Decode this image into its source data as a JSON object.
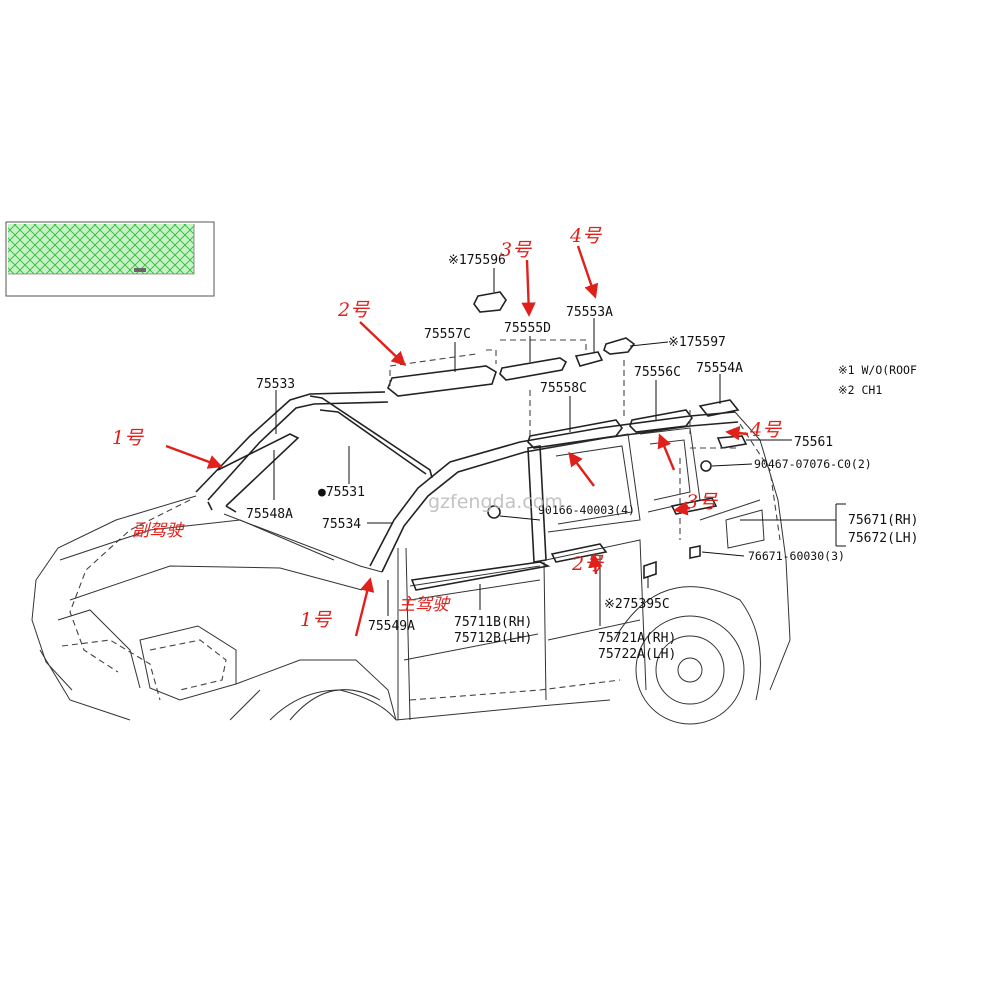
{
  "parts": {
    "p75533": "75533",
    "p75548A": "75548A",
    "p75531": "●75531",
    "p75534": "75534",
    "p75549A": "75549A",
    "p175596": "※175596",
    "p75557C": "75557C",
    "p75555D": "75555D",
    "p75553A": "75553A",
    "p175597": "※175597",
    "p75558C": "75558C",
    "p75556C": "75556C",
    "p75554A": "75554A",
    "p75561": "75561",
    "p90467": "90467-07076-C0(2)",
    "p90166": "90166-40003(4)",
    "p75671": "75671(RH)",
    "p75672": "75672(LH)",
    "p76671": "76671-60030(3)",
    "p75395C": "※275395C",
    "p75711B": "75711B(RH)",
    "p75712B": "75712B(LH)",
    "p75721A": "75721A(RH)",
    "p75722A": "75722A(LH)"
  },
  "notes": {
    "n1": "※1 W/O(ROOF",
    "n2": "※2 CH1"
  },
  "markers": {
    "m1_left": "1号",
    "m1_bottom": "1号",
    "m2_top": "2号",
    "m2_door": "2号",
    "m3_top": "3号",
    "m3_rear": "3号",
    "m4_top": "4号",
    "m4_rear": "4号",
    "passenger_side": "副驾驶",
    "driver_side": "主驾驶"
  },
  "watermark": "gzfengda.com",
  "colors": {
    "annotation_red": "#e0201a",
    "thumbnail_green": "#2fd13a",
    "line": "#222222"
  }
}
